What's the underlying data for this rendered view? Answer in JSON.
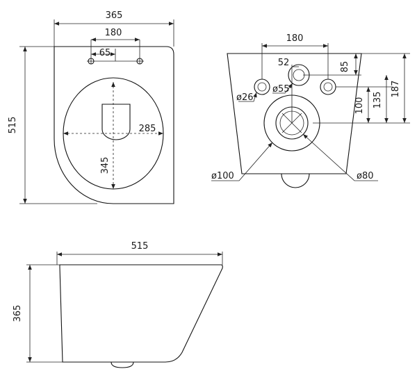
{
  "top_view": {
    "width": "365",
    "bolt_spacing": "180",
    "bolt_offset": "65",
    "length": "515",
    "bowl_width": "285",
    "bowl_length": "345"
  },
  "rear_view": {
    "pipe_spacing": "180",
    "inlet_offset": "52",
    "inlet_height": "85",
    "outlet_height_small": "100",
    "outlet_height_mid": "135",
    "inlet_top_height": "187",
    "bolt_hole_diameter": "ø26",
    "inlet_diameter": "ø55",
    "outlet_outer_diameter": "ø100",
    "outlet_inner_diameter": "ø80"
  },
  "side_view": {
    "length": "515",
    "height": "365"
  }
}
